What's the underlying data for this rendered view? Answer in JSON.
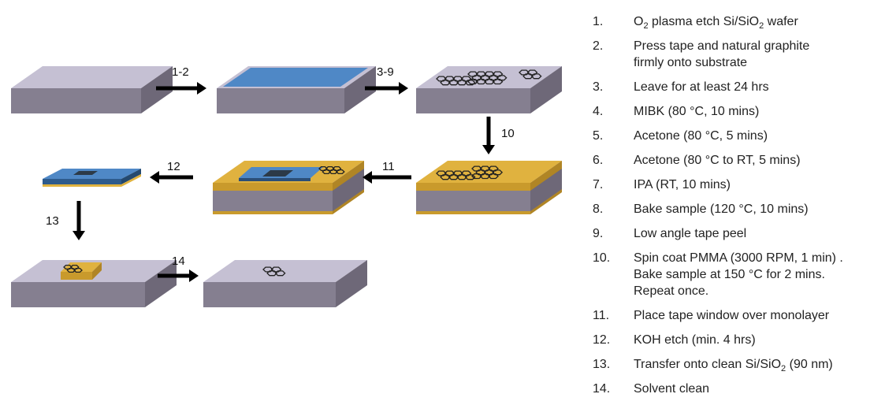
{
  "arrows": [
    "1-2",
    "3-9",
    "10",
    "11",
    "12",
    "13",
    "14"
  ],
  "steps": [
    {
      "num": "1.",
      "pre": "O",
      "sub1": "2",
      "mid": " plasma etch Si/SiO",
      "sub2": "2",
      "post": " wafer"
    },
    {
      "num": "2.",
      "text": "Press tape and natural graphite\nfirmly  onto substrate"
    },
    {
      "num": "3.",
      "text": "Leave for at least 24 hrs"
    },
    {
      "num": "4.",
      "text": "MIBK (80 °C, 10 mins)"
    },
    {
      "num": "5.",
      "text": "Acetone (80 °C, 5 mins)"
    },
    {
      "num": "6.",
      "text": "Acetone (80 °C to RT, 5 mins)"
    },
    {
      "num": "7.",
      "text": "IPA (RT, 10 mins)"
    },
    {
      "num": "8.",
      "text": "Bake sample (120 °C, 10 mins)"
    },
    {
      "num": "9.",
      "text": "Low angle tape peel"
    },
    {
      "num": "10.",
      "text": "Spin coat PMMA (3000 RPM, 1 min) .\nBake sample at 150 °C for 2 mins.\nRepeat once."
    },
    {
      "num": "11.",
      "text": "Place tape window over monolayer"
    },
    {
      "num": "12.",
      "text": "KOH etch (min. 4 hrs)"
    },
    {
      "num": "13.",
      "pre": "Transfer onto clean Si/SiO",
      "sub1": "2",
      "mid": " (90 nm)",
      "sub2": "",
      "post": ""
    },
    {
      "num": "14.",
      "text": "Solvent clean"
    }
  ],
  "colors": {
    "substrate_top": "#c5c0d3",
    "substrate_front": "#857f90",
    "substrate_side": "#6e6878",
    "tape": "#4f88c6",
    "pmma": "#e0b23f",
    "arrow": "#000000"
  }
}
